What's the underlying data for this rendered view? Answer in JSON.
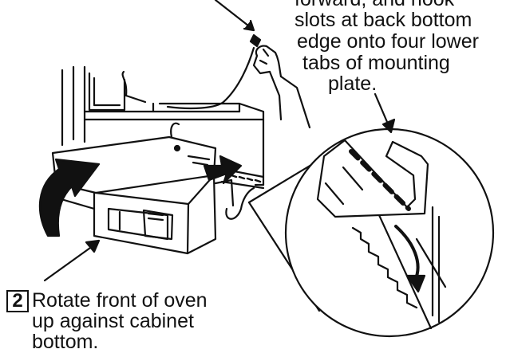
{
  "instruction_top": {
    "lines": [
      "forward, and hook",
      "slots at back bottom",
      "edge onto four lower",
      "tabs of mounting",
      "plate."
    ]
  },
  "step2": {
    "number": "2",
    "lines": [
      "Rotate front of oven",
      "up against cabinet",
      "bottom."
    ]
  }
}
